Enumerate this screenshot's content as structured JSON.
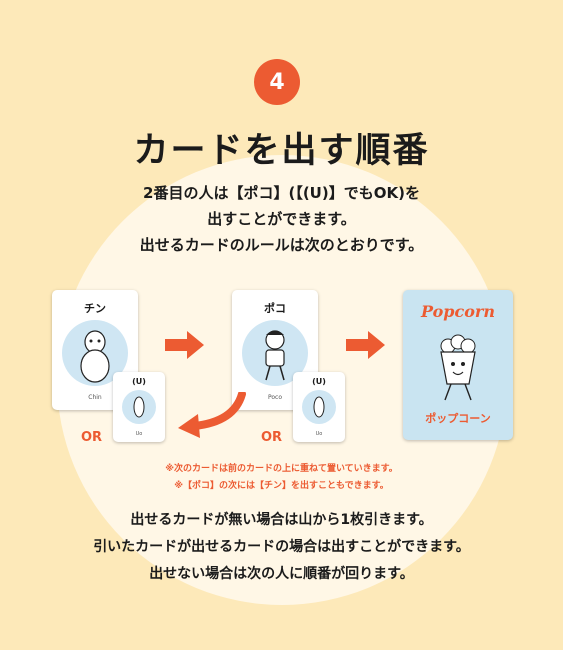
{
  "step": {
    "number": "4"
  },
  "title": "カードを出す順番",
  "intro": [
    "2番目の人は【ポコ】(【(U)】でもOK)を",
    "出すことができます。",
    "出せるカードのルールは次のとおりです。"
  ],
  "cards": {
    "chin": {
      "name": "チン",
      "foot": "Chin"
    },
    "poco": {
      "name": "ポコ",
      "foot": "Poco"
    },
    "u_left": {
      "name": "(U)",
      "foot": "Uo"
    },
    "u_right": {
      "name": "(U)",
      "foot": "Uo"
    },
    "popcorn": {
      "name": "Popcorn",
      "foot": "ポップコーン"
    }
  },
  "or_label": "OR",
  "notes": [
    "※次のカードは前のカードの上に重ねて置いていきます。",
    "※【ポコ】の次には【チン】を出すこともできます。"
  ],
  "outro": [
    "出せるカードが無い場合は山から1枚引きます。",
    "引いたカードが出せるカードの場合は出すことができます。",
    "出せない場合は次の人に順番が回ります。"
  ],
  "colors": {
    "accent": "#ec5b32",
    "background": "#fde9b9",
    "card_blue": "#cfe6f3"
  },
  "icons": [
    "arrow-right-icon",
    "curved-arrow-icon"
  ]
}
